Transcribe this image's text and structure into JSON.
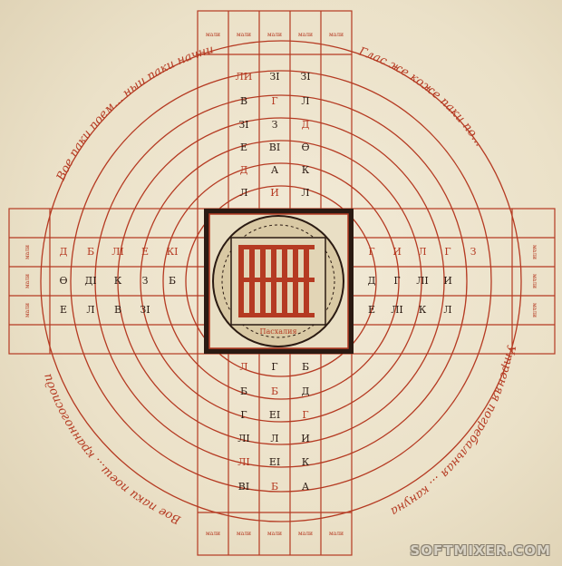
{
  "ring_inscriptions": {
    "top_left": "Вое паки поем... ныи паки начни",
    "top_right": "Глас же коже паки по...",
    "right": "Утреняя погребальная ... кануна",
    "bottom_left": "Вое паки поеш... кранногосподи"
  },
  "column_headers": {
    "top": [
      "мали",
      "мали",
      "мали",
      "мали",
      "мали"
    ],
    "bottom": [
      "мали",
      "мали",
      "мали",
      "мали",
      "мали"
    ],
    "left": [
      "мали",
      "мали",
      "мали"
    ],
    "right": [
      "мали",
      "мали",
      "мали"
    ]
  },
  "cells": {
    "top": [
      "ЛИ",
      "ЗI",
      "ЗI",
      "В",
      "Г",
      "Л",
      "ЗI",
      "З",
      "Д",
      "Е",
      "ВI",
      "Ѳ",
      "Д",
      "А",
      "К",
      "Л",
      "И",
      "Л"
    ],
    "bottom": [
      "Л",
      "Г",
      "Б",
      "Б",
      "Б",
      "Д",
      "Г",
      "ЕI",
      "Г",
      "ЛI",
      "Л",
      "И",
      "ЛI",
      "ЕI",
      "К",
      "ВI",
      "Б",
      "А"
    ],
    "left": [
      "Д",
      "Ѳ",
      "Е",
      "Б",
      "ДI",
      "Л",
      "ЛI",
      "К",
      "В",
      "Е",
      "З",
      "ЗI",
      "КI",
      "Б"
    ],
    "right": [
      "Г",
      "Д",
      "Е",
      "И",
      "Г",
      "ЛI",
      "Л",
      "ЛI",
      "К",
      "Г",
      "И",
      "Л",
      "З"
    ]
  },
  "centerpiece": "Пасхалия",
  "watermark": "SOFTMIXER.COM"
}
